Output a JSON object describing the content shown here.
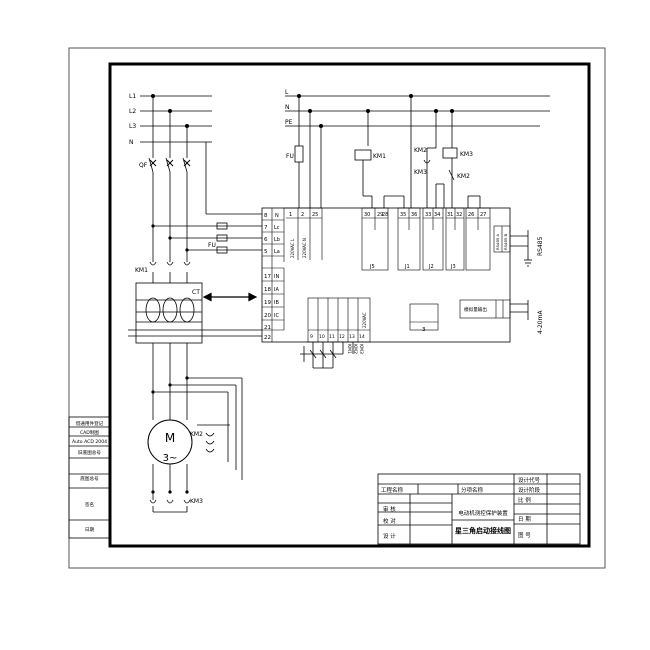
{
  "buses": {
    "l1": "L1",
    "l2": "L2",
    "l3": "L3",
    "n": "N",
    "ctrl_l": "L",
    "ctrl_n": "N",
    "ctrl_pe": "PE"
  },
  "devices": {
    "qf": "QF",
    "fu_main": "FU",
    "fu_ctrl": "FU",
    "km1": "KM1",
    "km1_coil": "KM1",
    "km2_coil": "KM2",
    "km3_coil": "KM3",
    "km3_aux": "KM3",
    "km2_aux": "KM2",
    "ct": "CT",
    "km2_motor": "KM2",
    "km3_motor": "KM3",
    "motor_m": "M",
    "motor_phase": "3~"
  },
  "terminals": {
    "t8": "8",
    "t7": "7",
    "t6": "6",
    "t5": "5",
    "n_label": "N",
    "lc": "Lc",
    "lb": "Lb",
    "la": "La",
    "t1": "1",
    "t2": "2",
    "t25": "25",
    "t17": "17",
    "t18": "18",
    "t19": "19",
    "t20": "20",
    "in": "IN",
    "ia": "IA",
    "ib": "IB",
    "ic": "IC",
    "t21": "21",
    "t22": "22",
    "t30": "30",
    "t29": "29",
    "t28": "28",
    "t35": "35",
    "t36": "36",
    "t33": "33",
    "t34": "34",
    "t31": "31",
    "t32": "32",
    "t26": "26",
    "t27": "27",
    "t9": "9",
    "t10": "10",
    "t11": "11",
    "t12": "12",
    "t13": "13",
    "t14": "14",
    "j5": "J5",
    "j1": "J1",
    "j2": "J2",
    "j3": "J3",
    "sub3": "3",
    "volt1": "220VAC L",
    "volt2": "220VAC N",
    "rs_a": "RS485 A",
    "rs_b": "RS485 B",
    "rs485": "RS485",
    "ma": "4-20mA",
    "analog": "模拟量输出",
    "ac220": "220VAC"
  },
  "side_table": [
    "借通用件登记",
    "CAD制图",
    "Auto ACD 2004",
    "旧底图总号",
    "底图总号",
    "签名",
    "日期"
  ],
  "title_block": {
    "design_code": "设计代号",
    "design_stage": "设计阶段",
    "scale": "比   例",
    "date": "日   期",
    "project_name": "工程名称",
    "item_name": "分项名称",
    "review": "审   核",
    "check": "校   对",
    "design": "设   计",
    "drawing_no": "图   号",
    "device_name": "电动机测控保护装置",
    "drawing_title": "星三角启动接线图"
  }
}
